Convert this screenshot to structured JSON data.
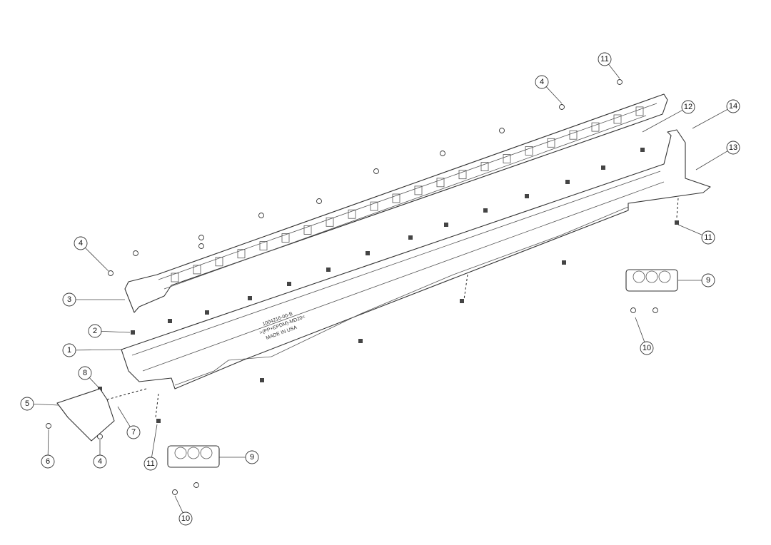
{
  "diagram": {
    "title": "Rocker panel exploded view",
    "molded_text": [
      "1004216-00-B",
      ">(PP+EPDM)-MD20<",
      "MADE IN USA"
    ],
    "callouts": [
      "11",
      "4",
      "12",
      "14",
      "13",
      "11",
      "9",
      "10",
      "4",
      "3",
      "2",
      "1",
      "8",
      "5",
      "7",
      "6",
      "4",
      "11",
      "9",
      "10"
    ]
  }
}
